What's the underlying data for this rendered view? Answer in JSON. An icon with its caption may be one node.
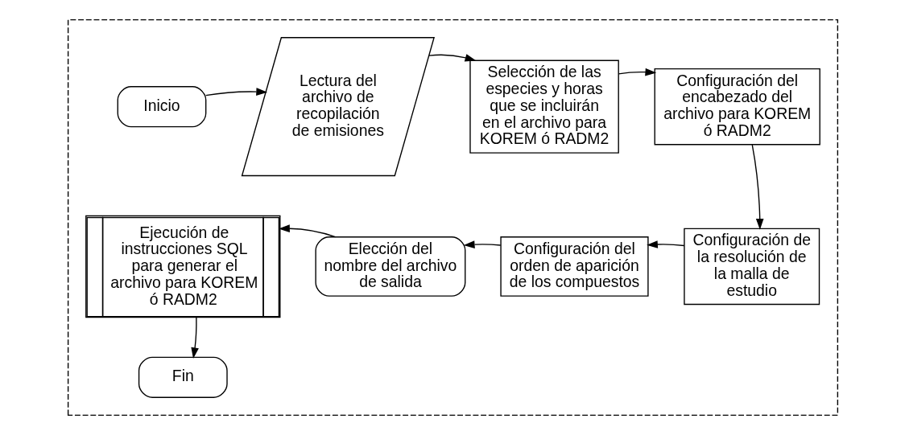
{
  "diagram": {
    "nodes": [
      {
        "text": [],
        "shape": "box"
      },
      {
        "text": [
          "Inicio"
        ],
        "in": 0
      },
      {
        "text": [
          "Lectura del archivo de recopilación de emisiones"
        ],
        "in": 0
      },
      {
        "text": [
          "Selección de las especies y horas que se incluirán en el archivo para KOREM ó RADM2"
        ],
        "in": 0
      },
      {
        "text": [
          "Configuración del encabezado del archivo para KOREM ó RADM2"
        ],
        "in": 0
      },
      {
        "text": [
          "Configuración de la resolución de la malla de estudio"
        ],
        "in": 0
      },
      {
        "text": [
          "Configuración del orden de aparición de los compuestos"
        ],
        "in": 0
      },
      {
        "text": [
          "Elección del nombre del archivo de salida"
        ],
        "in": 0
      },
      {
        "text": [
          "Ejecución de instrucciones SQL para generar el archivo para KOREM ó RADM2"
        ],
        "in": 0
      },
      {
        "text": [
          "Fin"
        ],
        "in": 0
      }
    ],
    "edges": [
      {
        "from": 1,
        "to": 2,
        "arrow": "to"
      },
      {
        "from": 2,
        "to": 3,
        "arrow": "to"
      },
      {
        "from": 3,
        "to": 4,
        "arrow": "to"
      },
      {
        "from": 4,
        "to": 5,
        "arrow": "to"
      },
      {
        "from": 5,
        "to": 6,
        "arrow": "to"
      },
      {
        "from": 6,
        "to": 7,
        "arrow": "to"
      },
      {
        "from": 7,
        "to": 8,
        "arrow": "to"
      },
      {
        "from": 8,
        "to": 9,
        "arrow": "to"
      }
    ]
  }
}
